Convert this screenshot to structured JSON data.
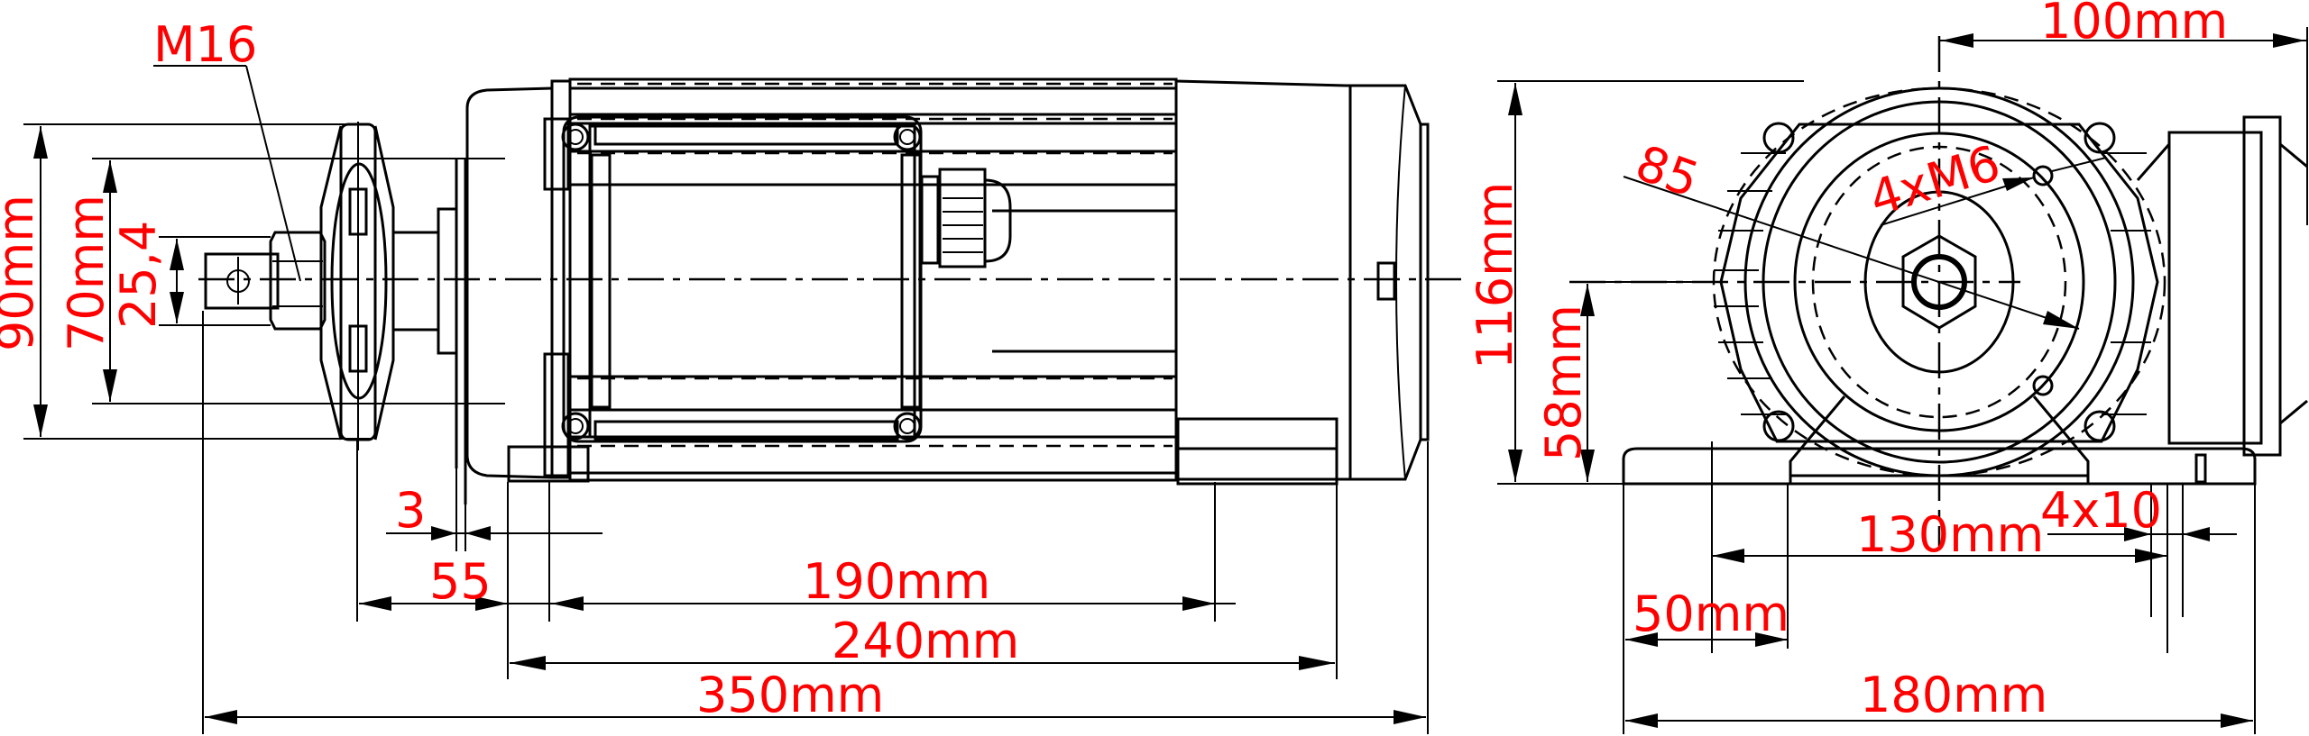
{
  "title": "Electric motor dimensional drawing",
  "colors": {
    "dimension_text": "#ff0000",
    "lines": "#000000",
    "background": "#ffffff"
  },
  "side_view": {
    "thread_label": "M16",
    "dims": {
      "height_90": "90mm",
      "height_70": "70mm",
      "shaft_25_4": "25,4",
      "flange_3": "3",
      "shaft_55": "55",
      "length_190": "190mm",
      "length_240": "240mm",
      "length_350": "350mm"
    }
  },
  "end_view": {
    "dims": {
      "height_116": "116mm",
      "center_height_58": "58mm",
      "bolt_circle_85": "85",
      "mount_holes": "4xM6",
      "offset_100": "100mm",
      "foot_130": "130mm",
      "slot_4x10": "4x10",
      "foot_50": "50mm",
      "base_180": "180mm"
    }
  }
}
